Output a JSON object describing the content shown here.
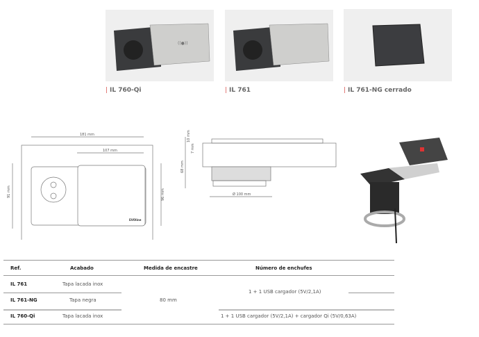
{
  "products": [
    {
      "caption": "IL 760-Qi",
      "lid": "inox",
      "qi": true
    },
    {
      "caption": "IL 761",
      "lid": "inox",
      "qi": false
    },
    {
      "caption": "IL 761-NG cerrado",
      "lid": "black",
      "qi": false
    }
  ],
  "drawing_top": {
    "width": "181 mm",
    "lid_width": "107 mm",
    "height_inner": "91 mm",
    "height_outer": "96 mm",
    "brand": "EVOline"
  },
  "drawing_side": {
    "d1": "10 mm",
    "d2": "7 mm",
    "depth": "68 mm",
    "diameter": "Ø 100 mm"
  },
  "table": {
    "headers": [
      "Ref.",
      "Acabado",
      "Medida de encastre",
      "Número de enchufes"
    ],
    "rows": [
      {
        "ref": "IL 761",
        "acabado": "Tapa lacada inox"
      },
      {
        "ref": "IL 761-NG",
        "acabado": "Tapa negra"
      },
      {
        "ref": "IL 760-Qi",
        "acabado": "Tapa lacada inox"
      }
    ],
    "medida": "80 mm",
    "enchufes_761": "1 + 1 USB cargador (5V/2,1A)",
    "enchufes_760": "1 + 1 USB cargador (5V/2,1A) + cargador Qi (5V/0,63A)"
  },
  "colors": {
    "accent": "#d9534f",
    "inox": "#c9c9c7",
    "frame": "#3a3b3d"
  }
}
